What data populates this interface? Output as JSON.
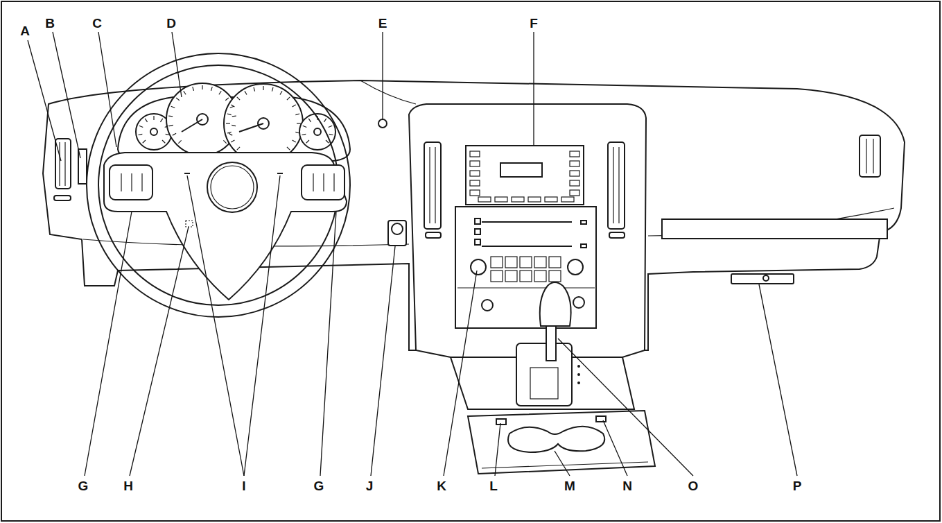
{
  "diagram": {
    "labels": [
      "A",
      "B",
      "C",
      "D",
      "E",
      "F",
      "G",
      "H",
      "I",
      "G",
      "J",
      "K",
      "L",
      "M",
      "N",
      "O",
      "P"
    ]
  }
}
